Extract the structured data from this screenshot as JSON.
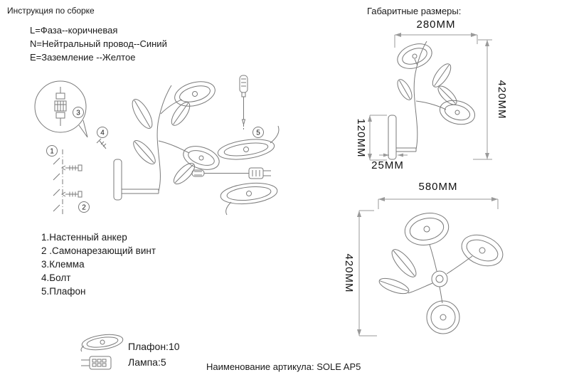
{
  "header": {
    "title": "Инструкция по сборке"
  },
  "wiring": {
    "line1": "L=Фаза--коричневая",
    "line2": "N=Нейтральный провод--Синий",
    "line3": "E=Заземление --Желтое"
  },
  "assembly": {
    "callouts": [
      "1",
      "2",
      "3",
      "4",
      "5"
    ]
  },
  "parts_list": {
    "items": [
      "1.Настенный анкер",
      "2 .Самонарезающий винт",
      "3.Клемма",
      "4.Болт",
      "5.Плафон"
    ]
  },
  "legend": {
    "plafond": "Плафон:10",
    "lamp": "Лампа:5"
  },
  "footer": {
    "article": "Наименование артикула: SOLE AP5"
  },
  "dimensions": {
    "title": "Габаритные размеры:",
    "front_view": {
      "width": "280MM",
      "height": "420MM",
      "bracket_height": "120MM",
      "plate_depth": "25MM"
    },
    "top_view": {
      "width": "580MM",
      "depth": "420MM"
    }
  }
}
